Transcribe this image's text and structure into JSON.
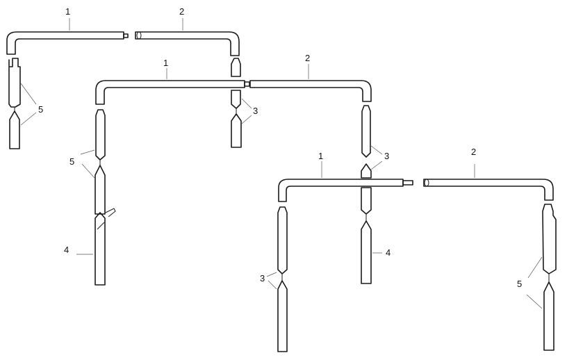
{
  "figure": {
    "labels": {
      "a1": "1",
      "a2": "2",
      "a5": "5",
      "b1": "1",
      "b2": "2",
      "b3": "3",
      "b5": "5",
      "b4": "4",
      "c1": "1",
      "c2": "2",
      "c3a": "3",
      "c3b": "3",
      "c4": "4",
      "c5": "5"
    }
  }
}
